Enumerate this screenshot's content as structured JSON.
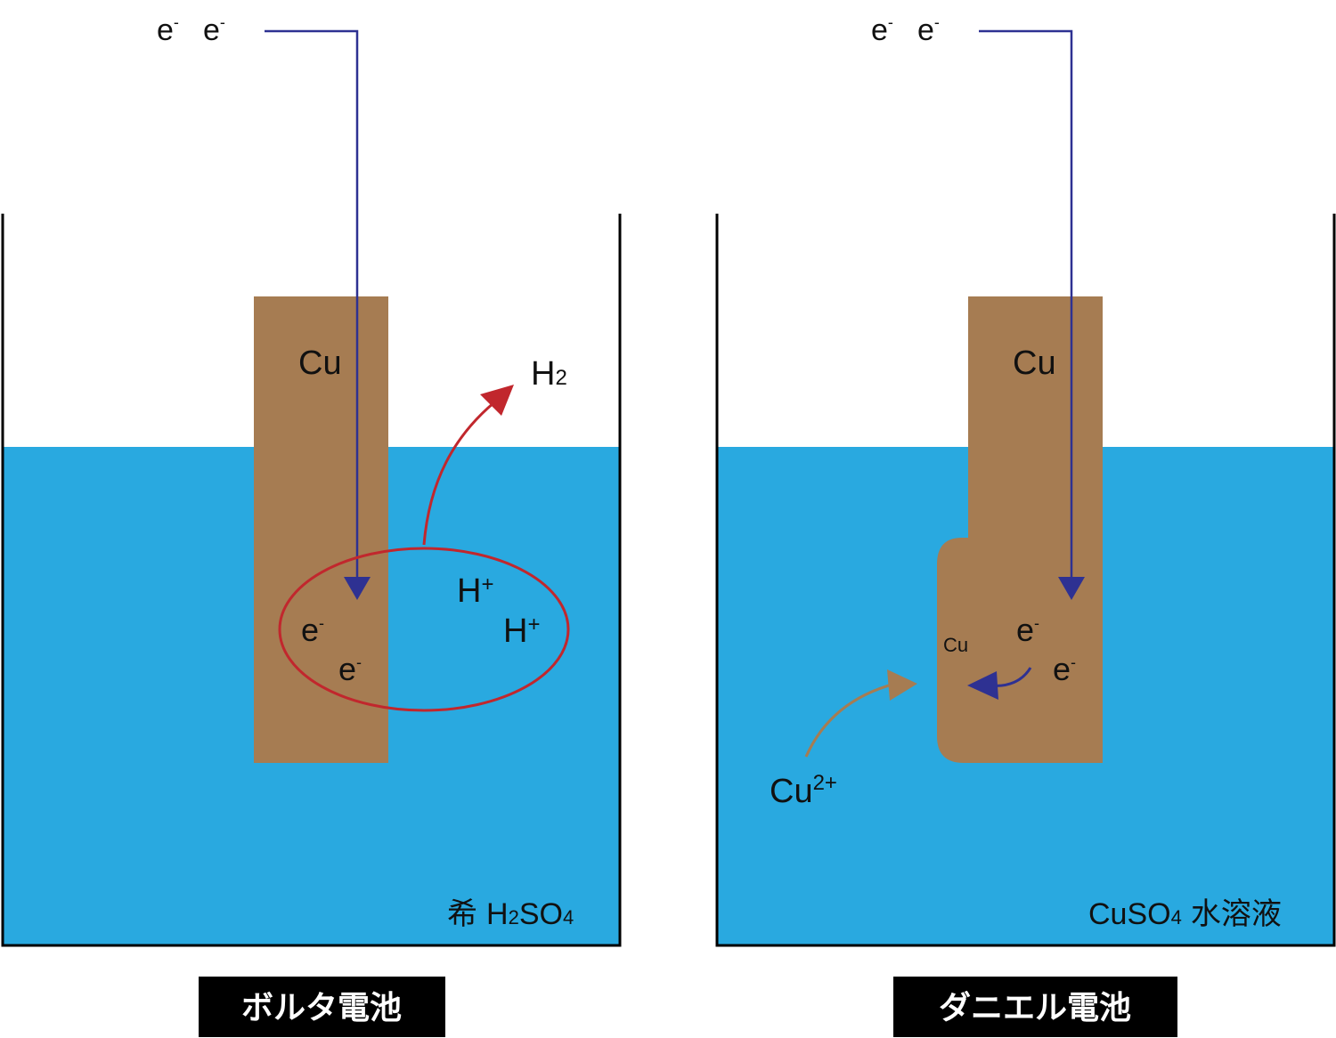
{
  "colors": {
    "solution": "#29a9e0",
    "copper": "#a67c52",
    "wire": "#2e3192",
    "h2_path": "#c1272d",
    "cu_ion_path": "#a67c52",
    "caption_bg": "#000000",
    "caption_text": "#ffffff",
    "beaker": "#000000"
  },
  "left_panel": {
    "wire_electrons": [
      "e",
      "e"
    ],
    "electron_charge": "-",
    "electrode_label": "Cu",
    "product_label": "H",
    "product_subscript": "2",
    "ion_label": "H",
    "ion_charge": "+",
    "solution_prefix": "希",
    "solution_h": "H",
    "solution_h_sub": "2",
    "solution_so": "SO",
    "solution_so_sub": "4",
    "caption": "ボルタ電池"
  },
  "right_panel": {
    "wire_electrons": [
      "e",
      "e"
    ],
    "electron_charge": "-",
    "electrode_label": "Cu",
    "deposit_label": "Cu",
    "ion_label": "Cu",
    "ion_charge": "2+",
    "solution_cuso": "CuSO",
    "solution_sub": "4",
    "solution_suffix": "水溶液",
    "caption": "ダニエル電池"
  }
}
